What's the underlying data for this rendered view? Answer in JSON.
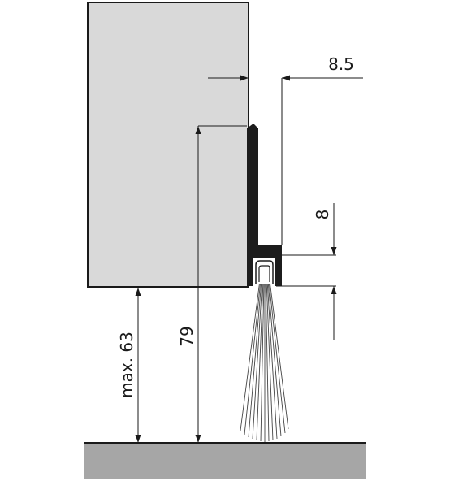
{
  "colors": {
    "door_fill": "#d9d9d9",
    "floor_fill": "#a6a6a6",
    "profile_fill": "#1c1c1c",
    "line": "#1a1a1a",
    "brush": "#444444"
  },
  "dimensions": {
    "profile_offset_label": "8.5",
    "brush_holder_label": "8",
    "brush_height_label": "79",
    "gap_label": "max. 63"
  }
}
